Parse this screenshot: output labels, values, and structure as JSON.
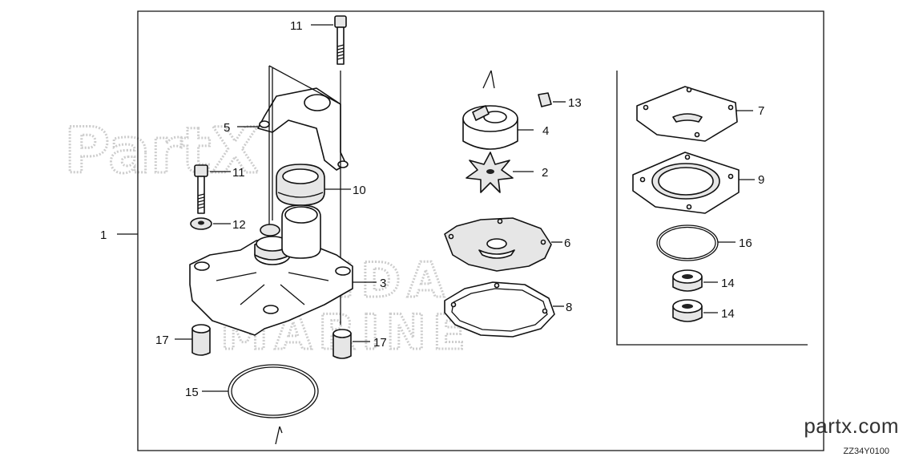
{
  "callouts": {
    "c1": "1",
    "c2": "2",
    "c3": "3",
    "c4": "4",
    "c5": "5",
    "c6": "6",
    "c7": "7",
    "c8": "8",
    "c9": "9",
    "c10": "10",
    "c11a": "11",
    "c11b": "11",
    "c12": "12",
    "c13": "13",
    "c14a": "14",
    "c14b": "14",
    "c15": "15",
    "c16": "16",
    "c17a": "17",
    "c17b": "17"
  },
  "watermark": {
    "line1": "HONDA",
    "line2": "MARINE"
  },
  "brand": "partx.com",
  "diagram_code": "ZZ34Y0100"
}
